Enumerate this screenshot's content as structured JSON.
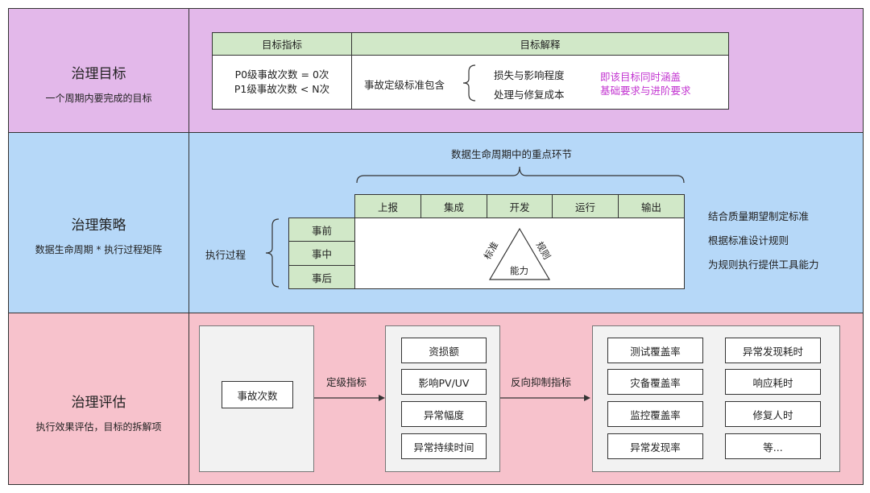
{
  "colors": {
    "goal_row": "#e3b8ea",
    "strategy_row": "#b6d8f8",
    "eval_row": "#f7c2cc",
    "table_header": "#d1e8c8",
    "highlight_text": "#c233d0"
  },
  "goal": {
    "title": "治理目标",
    "subtitle": "一个周期内要完成的目标",
    "table": {
      "header_left": "目标指标",
      "header_right": "目标解释",
      "metric_line1": "P0级事故次数 = 0次",
      "metric_line2": "P1级事故次数 < N次",
      "includes_label": "事故定级标准包含",
      "item1": "损失与影响程度",
      "item2": "处理与修复成本",
      "note_line1": "即该目标同时涵盖",
      "note_line2": "基础要求与进阶要求"
    }
  },
  "strategy": {
    "title": "治理策略",
    "subtitle": "数据生命周期 * 执行过程矩阵",
    "lifecycle_label": "数据生命周期中的重点环节",
    "stages": [
      "上报",
      "集成",
      "开发",
      "运行",
      "输出"
    ],
    "exec_label": "执行过程",
    "phases": [
      "事前",
      "事中",
      "事后"
    ],
    "triangle": {
      "left": "标准",
      "right": "规则",
      "bottom": "能力"
    },
    "notes": [
      "结合质量期望制定标准",
      "根据标准设计规则",
      "为规则执行提供工具能力"
    ]
  },
  "evaluation": {
    "title": "治理评估",
    "subtitle": "执行效果评估，目标的拆解项",
    "source_box": "事故次数",
    "arrow1_label": "定级指标",
    "middle_items": [
      "资损额",
      "影响PV/UV",
      "异常幅度",
      "异常持续时间"
    ],
    "arrow2_label": "反向抑制指标",
    "right_col1": [
      "测试覆盖率",
      "灾备覆盖率",
      "监控覆盖率",
      "异常发现率"
    ],
    "right_col2": [
      "异常发现耗时",
      "响应耗时",
      "修复人时",
      "等..."
    ]
  }
}
